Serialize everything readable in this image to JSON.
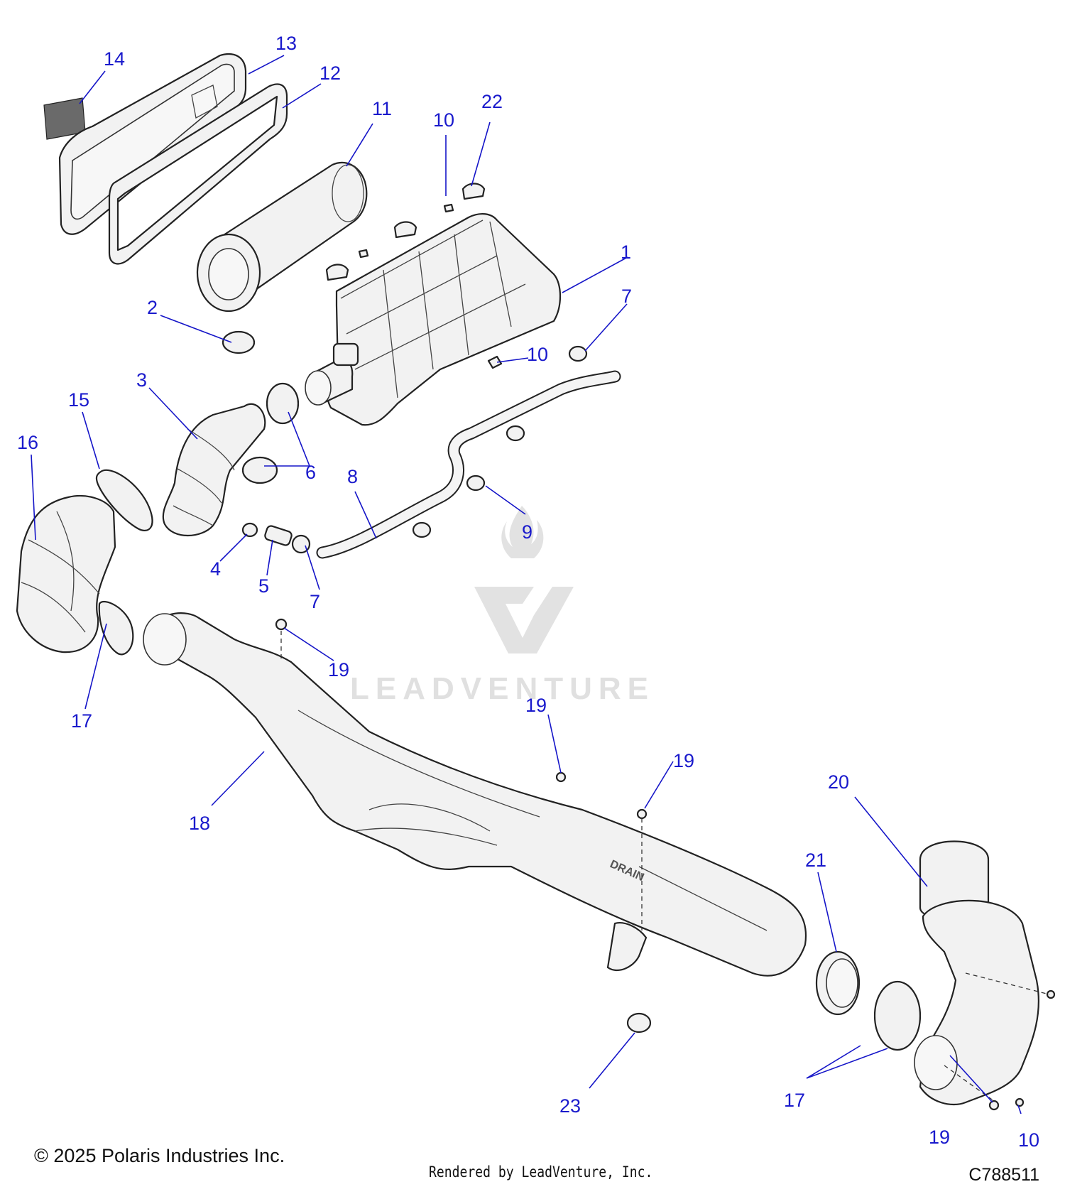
{
  "diagram": {
    "callouts": [
      "1",
      "2",
      "3",
      "4",
      "5",
      "6",
      "7",
      "7",
      "8",
      "9",
      "10",
      "10",
      "10",
      "11",
      "12",
      "13",
      "14",
      "15",
      "16",
      "17",
      "17",
      "18",
      "19",
      "19",
      "19",
      "19",
      "20",
      "21",
      "22",
      "23"
    ],
    "embossed_label": "DRAIN"
  },
  "watermark": {
    "text": "LEADVENTURE"
  },
  "footer": {
    "copyright": "© 2025 Polaris Industries Inc.",
    "rendered_by": "Rendered by LeadVenture, Inc.",
    "diagram_ref": "C788511"
  }
}
